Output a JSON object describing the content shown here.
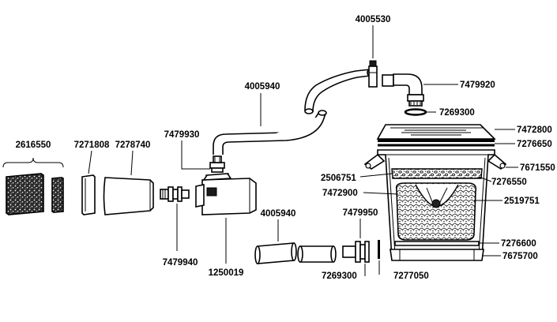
{
  "labels": {
    "p2616550": "2616550",
    "p7271808": "7271808",
    "p7278740": "7278740",
    "p7479930": "7479930",
    "p4005940_top": "4005940",
    "p4005530": "4005530",
    "p7479920": "7479920",
    "p7269300_top": "7269300",
    "p7472800": "7472800",
    "p7276650": "7276650",
    "p7671550": "7671550",
    "p2506751": "2506751",
    "p7276550": "7276550",
    "p7472900": "7472900",
    "p2519751": "2519751",
    "p4005940_bottom": "4005940",
    "p7479950": "7479950",
    "p7276600": "7276600",
    "p7675700": "7675700",
    "p7479940": "7479940",
    "p1250019": "1250019",
    "p7269300_bottom": "7269300",
    "p7277050": "7277050"
  }
}
